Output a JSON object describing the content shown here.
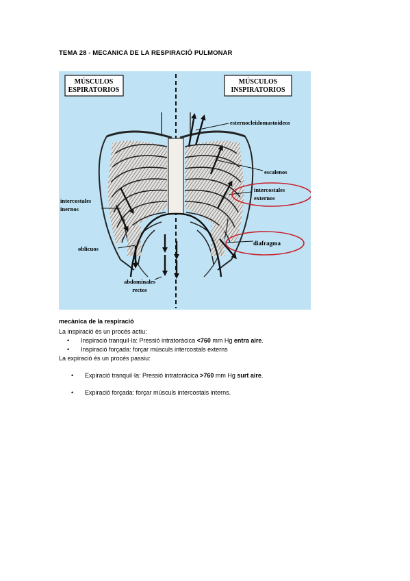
{
  "title": "TEMA 28 - MECANICA DE LA RESPIRACIÓ PULMONAR",
  "figure": {
    "label_left_1": "MÚSCULOS",
    "label_left_2": "ESPIRATORIOS",
    "label_right_1": "MÚSCULOS",
    "label_right_2": "INSPIRATORIOS",
    "esterno": "esternocleidomastoideos",
    "escalenos": "escalenos",
    "intercostales_ext_1": "intercostales",
    "intercostales_ext_2": "externos",
    "intercostales_int_1": "intercostales",
    "intercostales_int_2": "inernos",
    "diafragma": "diafragma",
    "oblicuos": "oblicuos",
    "abdominales_1": "abdominales",
    "abdominales_2": "rectos",
    "colors": {
      "background": "#bfe3f5",
      "highlight": "#c8202a",
      "ink": "#111111"
    }
  },
  "section": {
    "heading": "mecànica de la respiració",
    "inspiracio_intro": "La inspiració  és un procés actiu:",
    "b1_pre": "Inspiració tranquil·la: Pressió intratoràcica ",
    "b1_bold1": "<760",
    "b1_mid": " mm Hg ",
    "b1_bold2": "entra aire",
    "b1_end": ".",
    "b2": "Inspiració forçada: forçar músculs intercostals externs",
    "expiracio_intro": "La expiració  és un procés passiu:",
    "b3_pre": "Expiració tranquil·la: Pressió intratoràcica ",
    "b3_bold1": ">760",
    "b3_mid": " mm Hg ",
    "b3_bold2": "surt aire",
    "b3_end": ".",
    "b4": "Expiració forçada: forçar músculs intercostals interns.",
    "bullet_glyph": "•"
  }
}
